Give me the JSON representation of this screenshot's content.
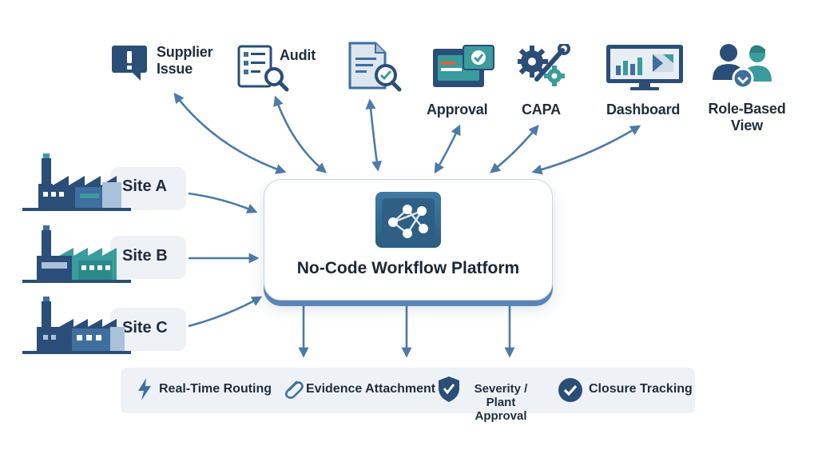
{
  "top_items": [
    {
      "label_line1": "Supplier",
      "label_line2": "Issue",
      "icon": "alert-icon"
    },
    {
      "label_line1": "Audit",
      "icon": "checklist-search-icon"
    },
    {
      "label_line1": "",
      "icon": "document-search-icon"
    },
    {
      "label_line1": "Approval",
      "icon": "approval-check-icon"
    },
    {
      "label_line1": "CAPA",
      "icon": "gear-wrench-icon"
    },
    {
      "label_line1": "Dashboard",
      "icon": "monitor-chart-icon"
    },
    {
      "label_line1": "Role-Based",
      "label_line2": "View",
      "icon": "users-icon"
    }
  ],
  "sites": [
    {
      "label": "Site A",
      "icon": "factory-icon"
    },
    {
      "label": "Site B",
      "icon": "factory-icon"
    },
    {
      "label": "Site C",
      "icon": "factory-icon"
    }
  ],
  "platform": {
    "title": "No-Code Workflow Platform",
    "icon": "workflow-nodes-icon"
  },
  "features": [
    {
      "label": "Real-Time Routing",
      "icon": "lightning-icon"
    },
    {
      "label": "Evidence Attachment",
      "icon": "paperclip-icon"
    },
    {
      "label_line1": "Severity / Plant",
      "label_line2": "Approval",
      "icon": "shield-check-icon"
    },
    {
      "label": "Closure Tracking",
      "icon": "check-circle-icon"
    }
  ],
  "colors": {
    "navy": "#1f3f63",
    "steel_blue": "#3e6f9f",
    "teal": "#3a9c9c",
    "arrow": "#4d7aa8",
    "card_bg": "#eef2f6"
  }
}
